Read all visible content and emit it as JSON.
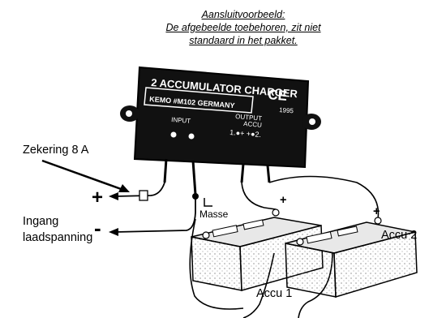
{
  "caption": {
    "line1": "Aansluitvoorbeeld:",
    "line2": "De afgebeelde toebehoren, zit niet",
    "line3": "standaard in het pakket."
  },
  "device": {
    "title": "2 ACCUMULATOR CHARGER",
    "brand": "KEMO #M102 GERMANY",
    "year": "1995",
    "ce_mark": "CE",
    "input_label": "INPUT",
    "output_label": "OUTPUT",
    "accu_label": "ACCU",
    "output_terminals": "1.●+ +●2."
  },
  "labels": {
    "fuse": "Zekering 8 A",
    "plus": "+",
    "minus": "-",
    "input_line1": "Ingang",
    "input_line2": "laadspanning",
    "ground": "Masse",
    "battery1": "Accu 1",
    "battery2": "Accu 2",
    "battery_plus": "+"
  },
  "colors": {
    "ink": "#000000",
    "device_body": "#111111",
    "battery_fill": "#f2f2f2"
  }
}
